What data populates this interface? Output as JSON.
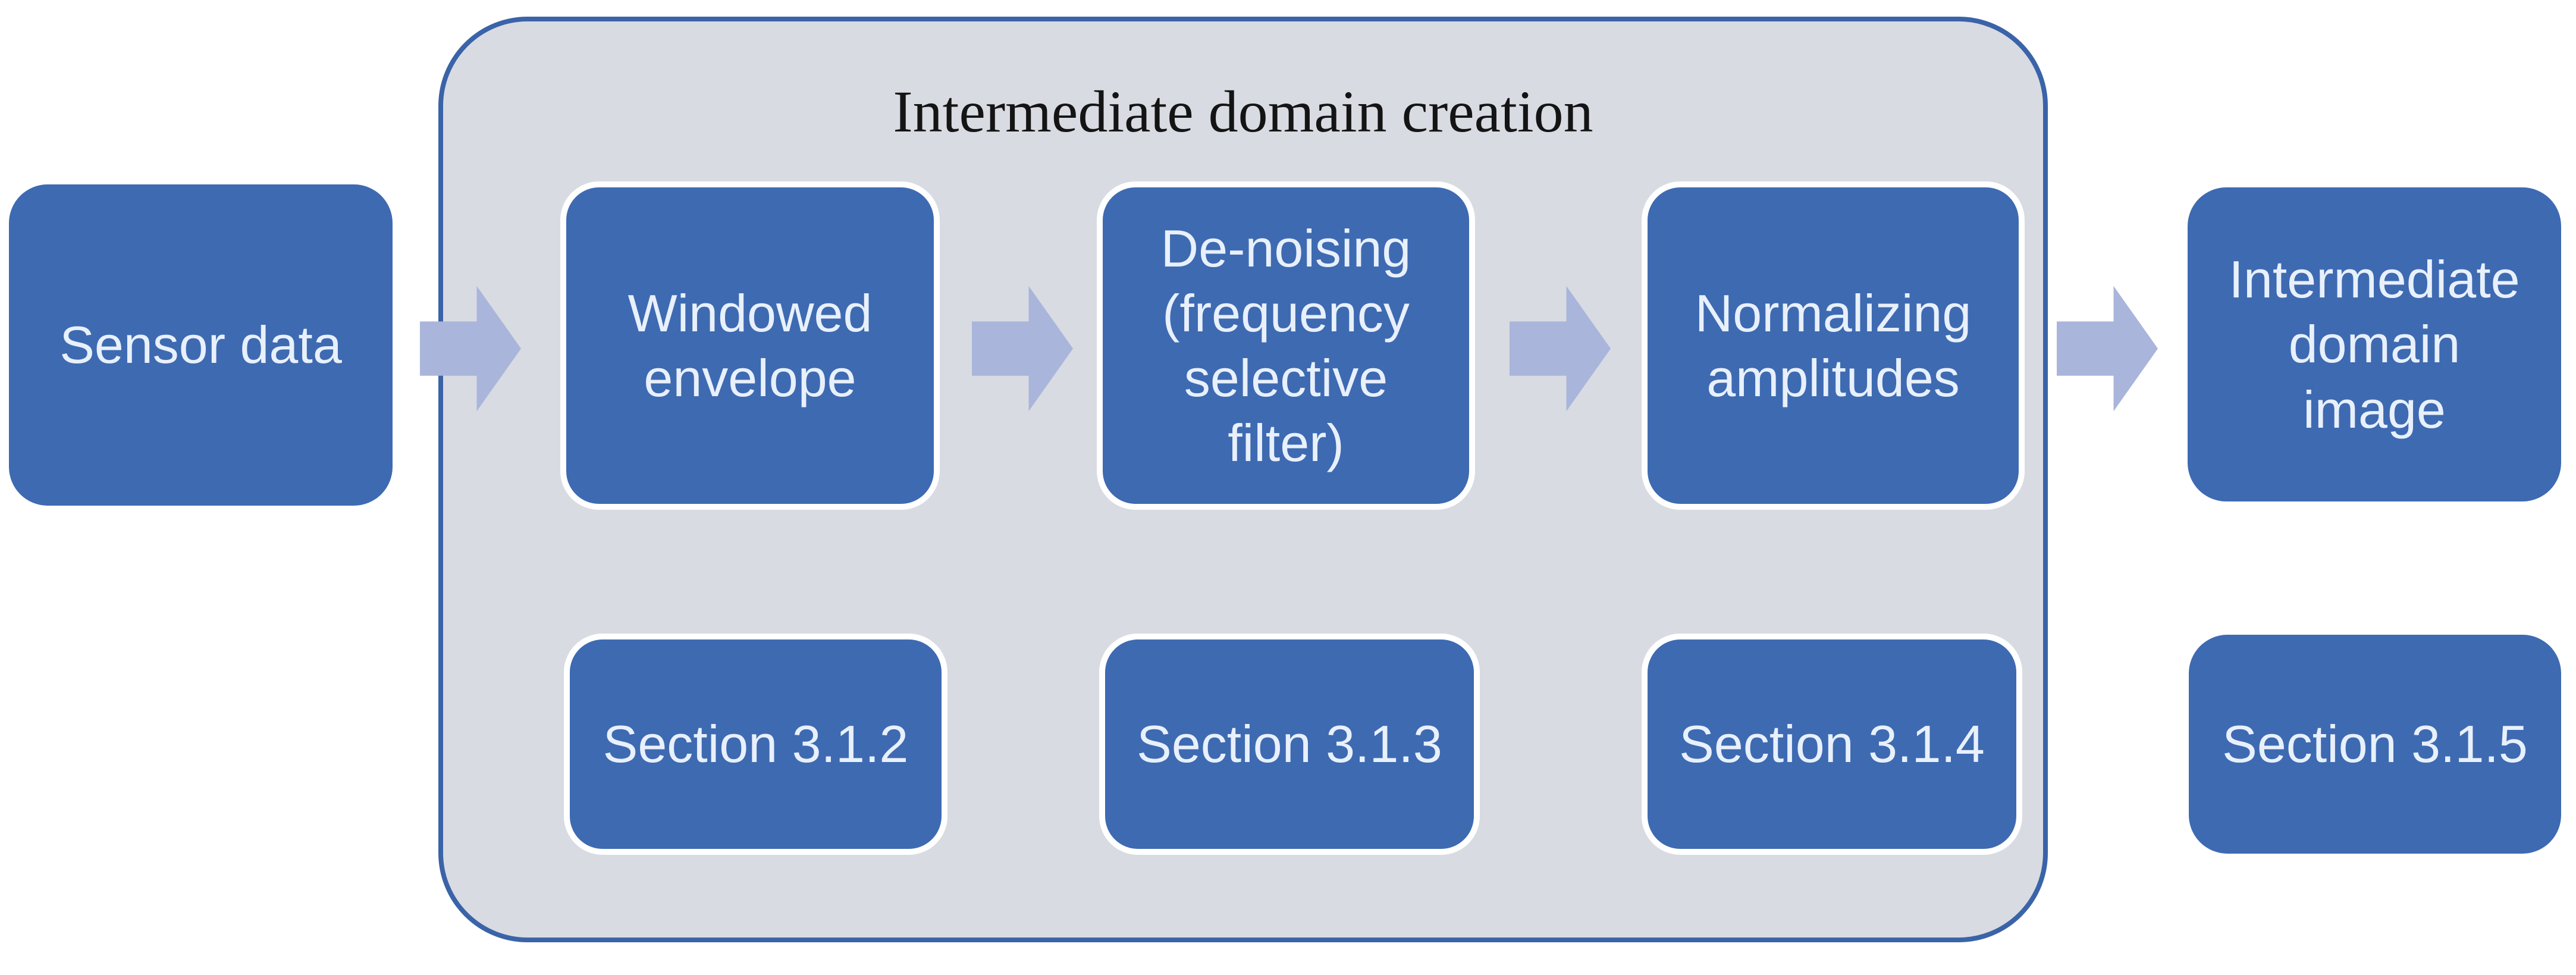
{
  "diagram": {
    "title": "Intermediate domain creation",
    "nodes": {
      "sensor": {
        "label": "Sensor data"
      },
      "windowed": {
        "label": "Windowed envelope"
      },
      "denoising": {
        "label": "De-noising (frequency selective filter)"
      },
      "normalizing": {
        "label": "Normalizing amplitudes"
      },
      "intermediate": {
        "label": "Intermediate domain image"
      },
      "section2": {
        "label": "Section 3.1.2"
      },
      "section3": {
        "label": "Section 3.1.3"
      },
      "section4": {
        "label": "Section 3.1.4"
      },
      "section5": {
        "label": "Section 3.1.5"
      }
    },
    "colors": {
      "node_fill": "#3e6ab2",
      "node_text": "#e8f0fb",
      "node_border": "#ffffff",
      "container_fill": "#d8dbe2",
      "container_border": "#3a63a8",
      "arrow_fill": "#a9b5da",
      "title_text": "#141414",
      "page_background": "#ffffff"
    }
  }
}
